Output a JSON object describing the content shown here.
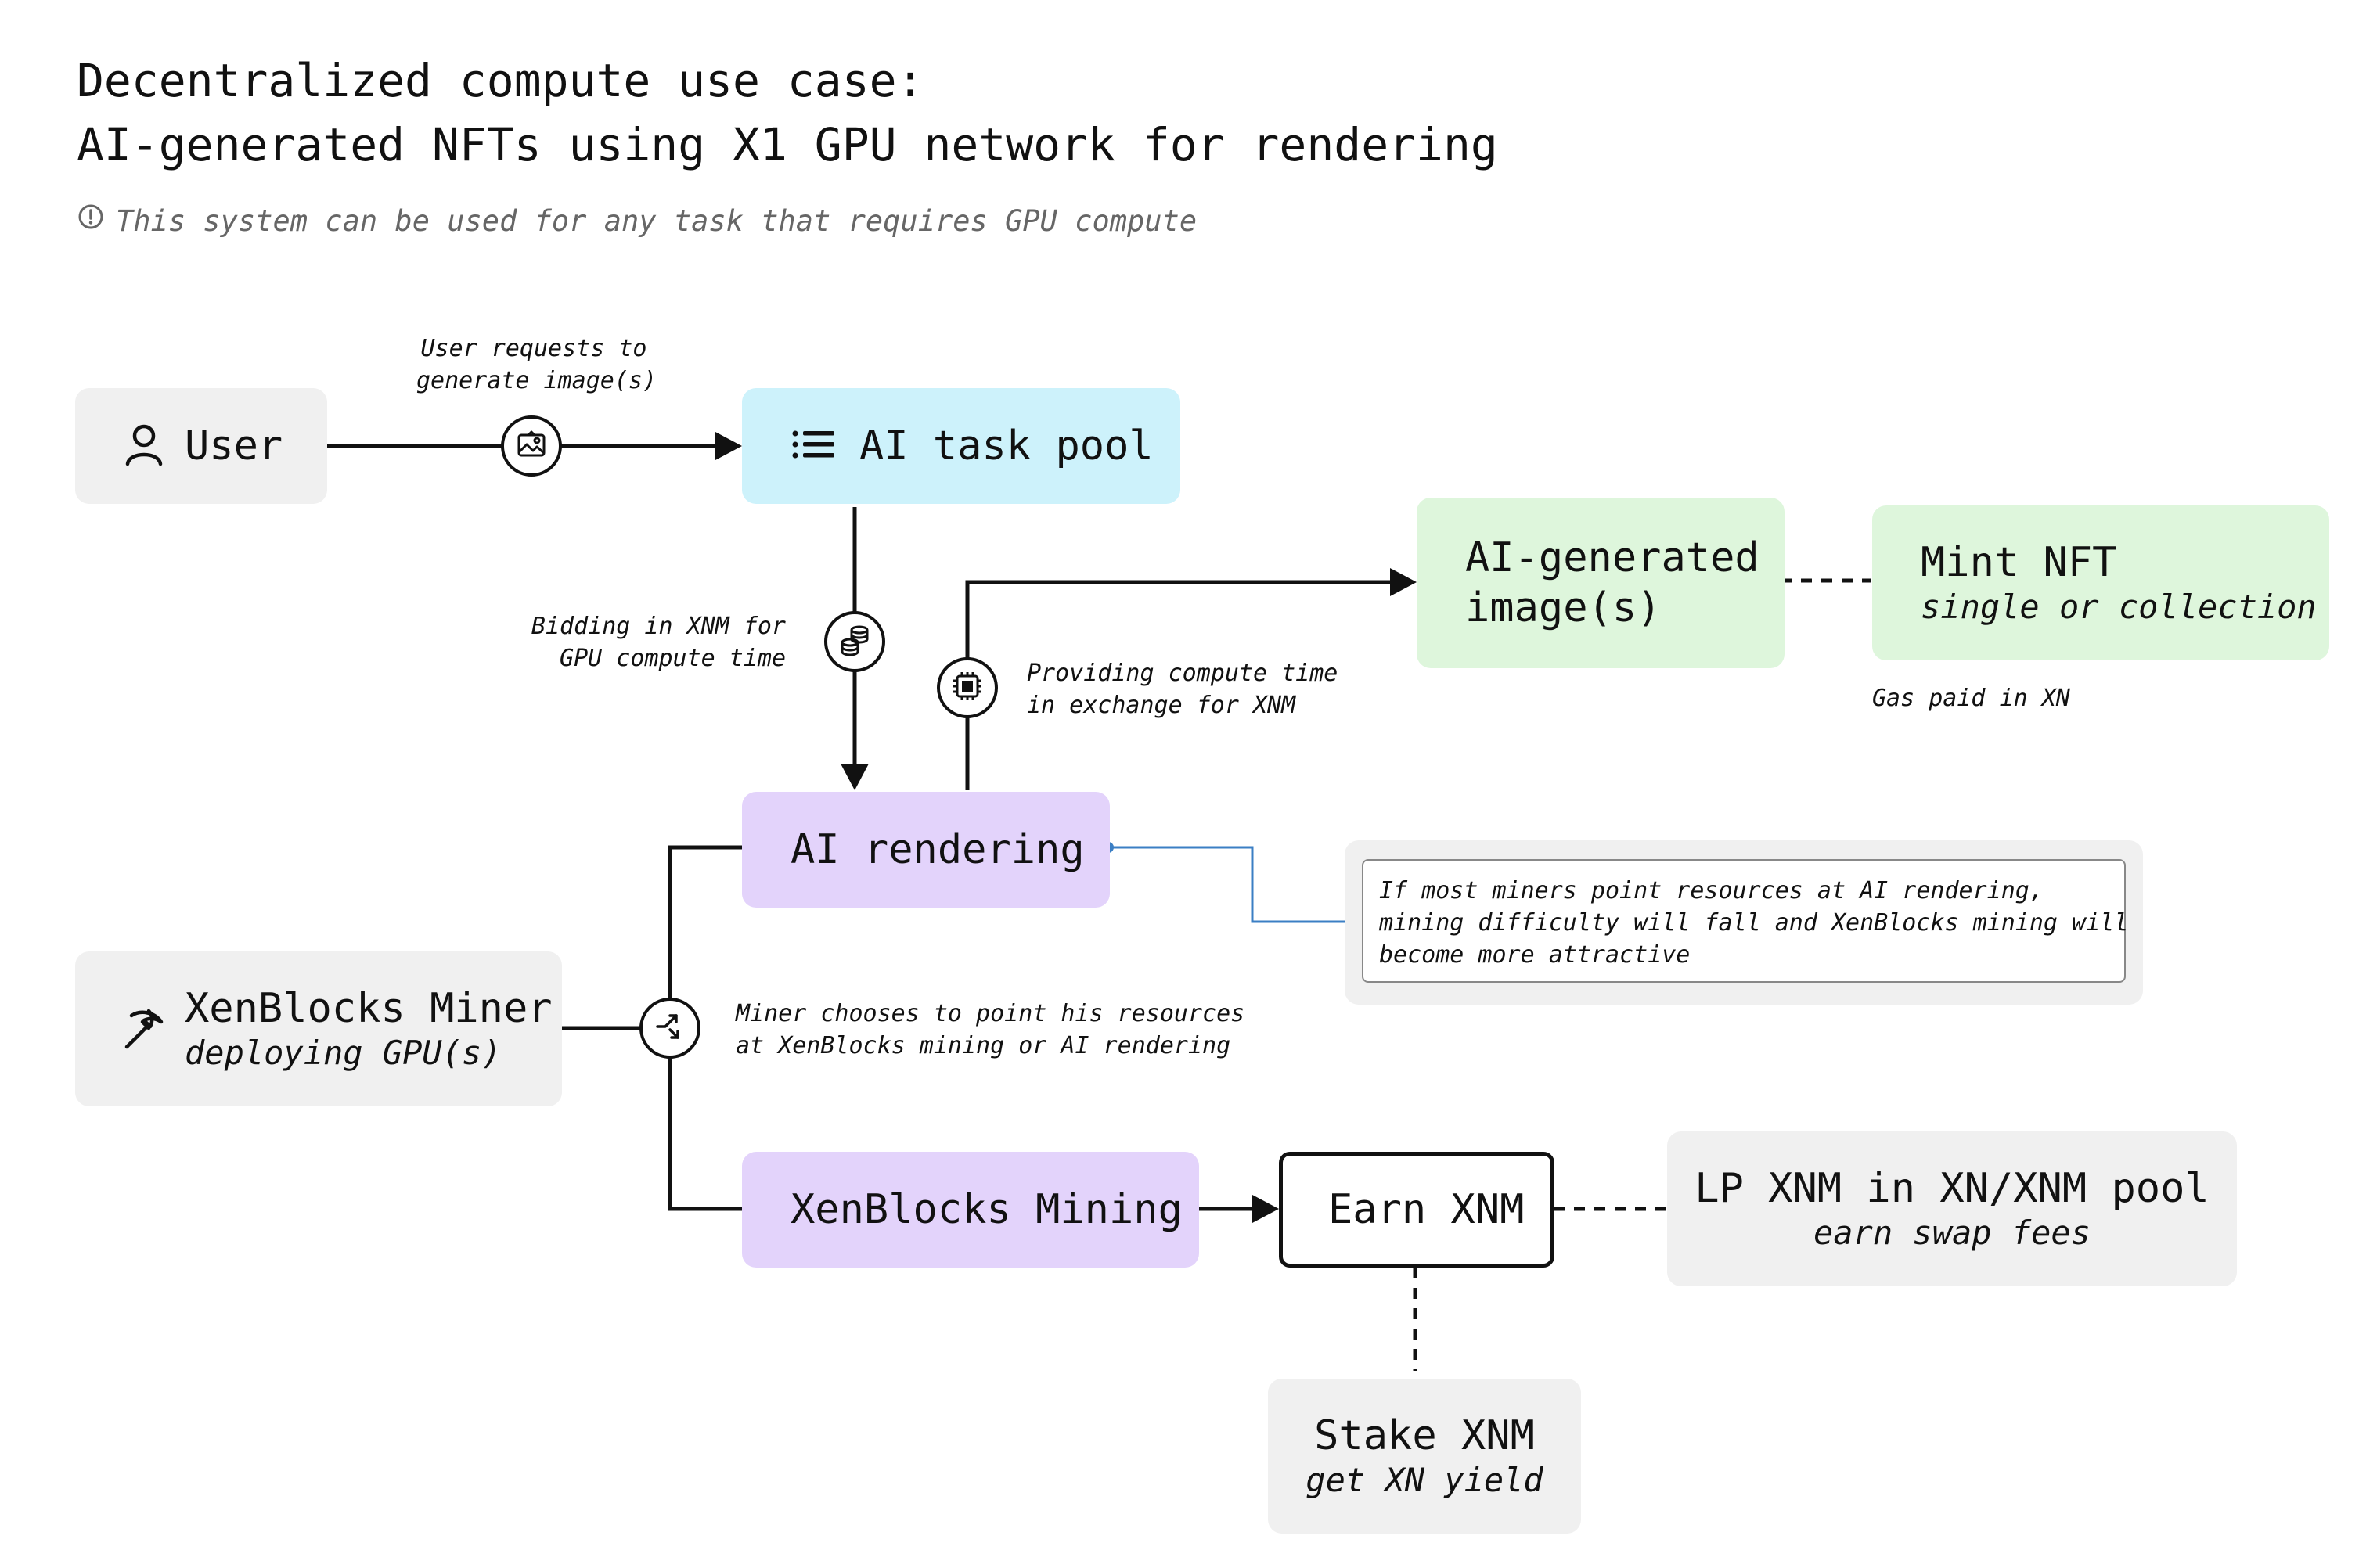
{
  "title": {
    "line1": "Decentralized compute use case:",
    "line2": "AI-generated NFTs using X1 GPU network for rendering"
  },
  "subtitle": "This system can be used for any task that requires GPU compute",
  "nodes": {
    "user": "User",
    "ai_task_pool": "AI task pool",
    "ai_generated_image": [
      "AI-generated",
      "image(s)"
    ],
    "mint_nft": {
      "label": "Mint NFT",
      "sub": "single or collection"
    },
    "ai_rendering": "AI rendering",
    "xenblocks_miner": {
      "label": "XenBlocks Miner",
      "sub": "deploying GPU(s)"
    },
    "xenblocks_mining": "XenBlocks Mining",
    "earn_xnm": "Earn XNM",
    "lp_xnm": {
      "label": "LP XNM in XN/XNM pool",
      "sub": "earn swap fees"
    },
    "stake_xnm": {
      "label": "Stake XNM",
      "sub": "get XN yield"
    }
  },
  "annotations": {
    "user_requests": [
      "User requests to",
      "generate image(s)"
    ],
    "bidding": [
      "Bidding in XNM for",
      "GPU compute time"
    ],
    "providing": [
      "Providing compute time",
      "in exchange for XNM"
    ],
    "gas": "Gas paid in XN",
    "miner_chooses": [
      "Miner chooses to point his resources",
      "at XenBlocks mining or AI rendering"
    ],
    "callout": [
      "If most miners point resources at AI rendering,",
      "mining difficulty will fall and XenBlocks mining will",
      "become more attractive"
    ]
  },
  "icons": {
    "info": "info-icon",
    "user": "user-icon",
    "list": "list-icon",
    "image": "image-icon",
    "coins": "coins-icon",
    "chip": "chip-icon",
    "pickaxe": "pickaxe-icon",
    "shuffle": "shuffle-icon"
  },
  "colors": {
    "gray": "#f0f0f0",
    "blue": "#cdf2fb",
    "purple": "#e3d3fb",
    "green": "#def6dc",
    "callout_line": "#3b7fc4"
  }
}
